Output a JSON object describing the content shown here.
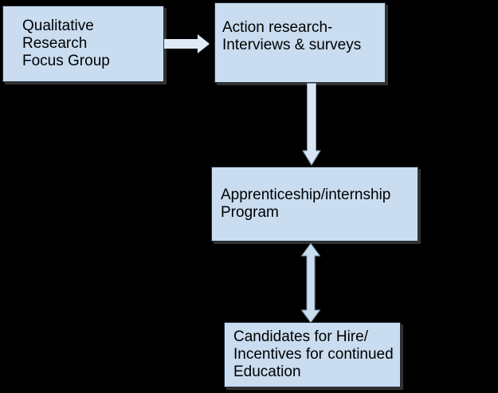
{
  "diagram": {
    "nodes": [
      {
        "id": "qualitative-research",
        "label": "Qualitative\nResearch\nFocus Group"
      },
      {
        "id": "action-research",
        "label": "Action research-\nInterviews & surveys"
      },
      {
        "id": "apprenticeship-program",
        "label": "Apprenticeship/internship\nProgram"
      },
      {
        "id": "candidates-for-hire",
        "label": "Candidates for Hire/\nIncentives for continued\nEducation"
      }
    ],
    "connectors": [
      {
        "from": "qualitative-research",
        "to": "action-research",
        "style": "single-arrow",
        "direction": "right"
      },
      {
        "from": "action-research",
        "to": "apprenticeship-program",
        "style": "single-arrow",
        "direction": "down"
      },
      {
        "from": "apprenticeship-program",
        "to": "candidates-for-hire",
        "style": "double-arrow",
        "direction": "vertical"
      }
    ],
    "colors": {
      "background": "#000000",
      "node_fill": "#c9dcf0",
      "node_border": "#24303d",
      "arrow_right_fill": "#dfeaf7",
      "arrow_down_fill": "#d9e5f3",
      "arrow_double_fill": "#c9dcf0",
      "arrow_stroke": "#7d94ab"
    }
  }
}
